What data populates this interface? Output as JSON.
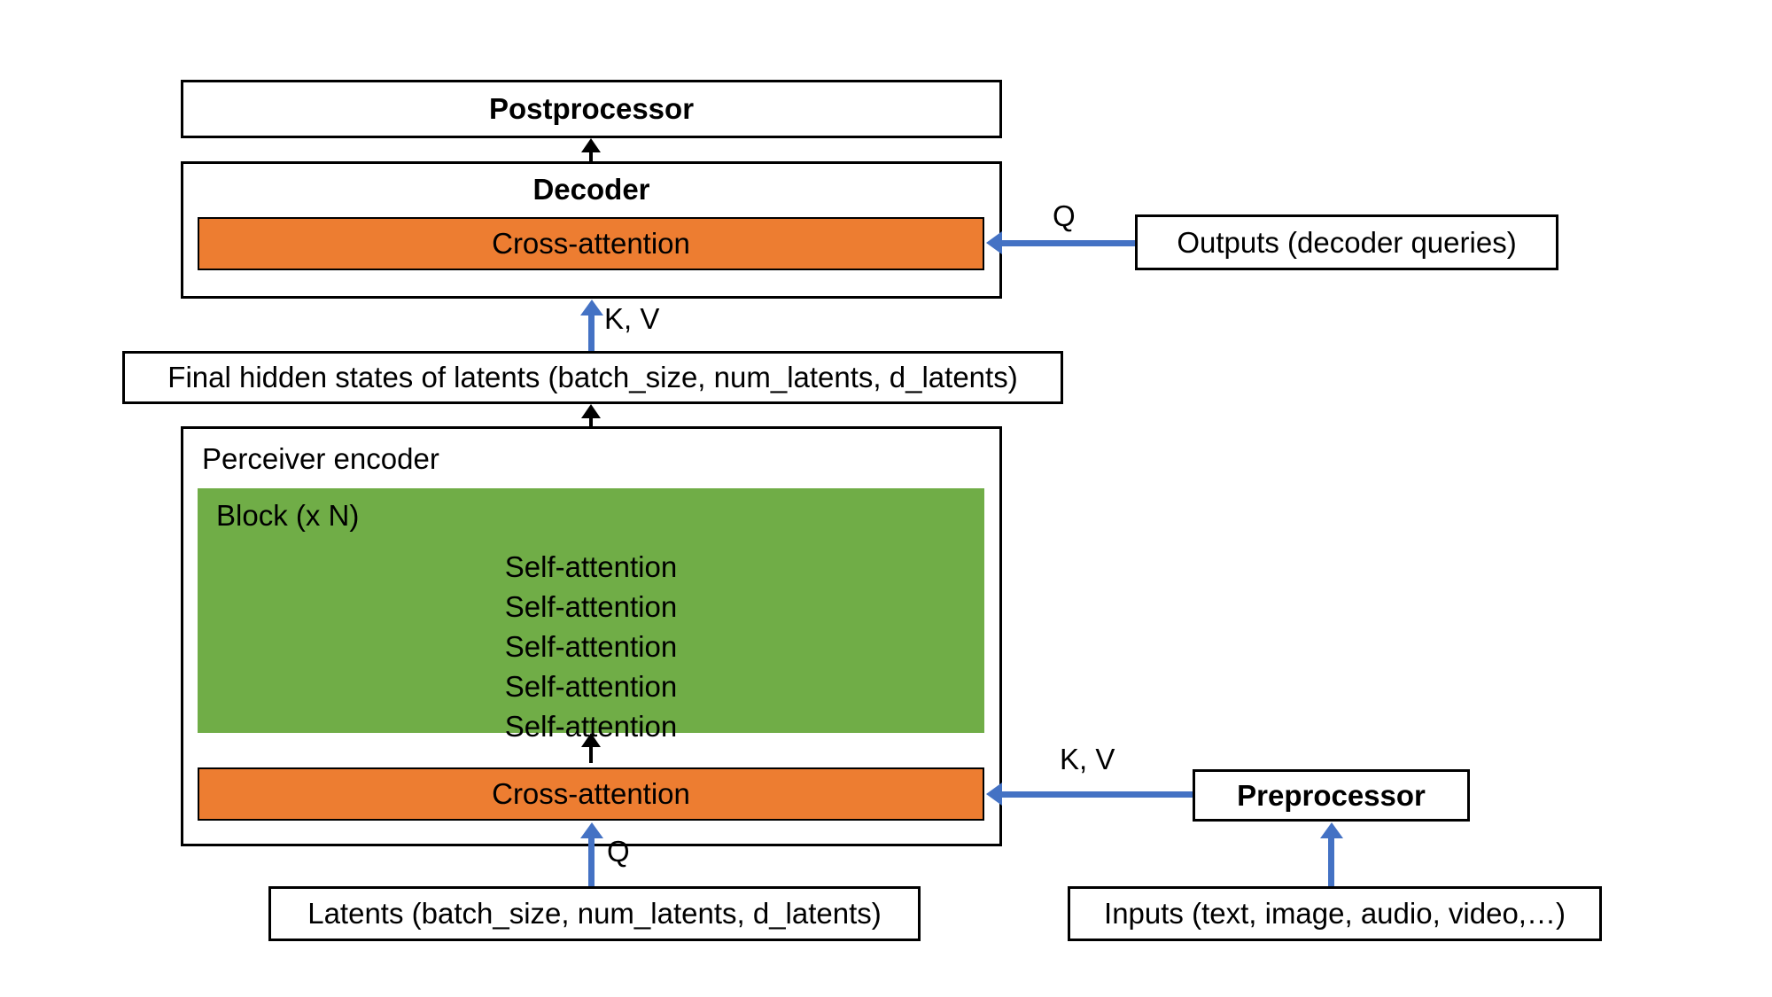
{
  "diagram": {
    "title_blocks": {
      "postprocessor": "Postprocessor",
      "decoder": "Decoder",
      "perceiver_encoder": "Perceiver encoder",
      "block": "Block (x N)",
      "preprocessor": "Preprocessor"
    },
    "attention_bars": {
      "decoder_cross_attention": "Cross-attention",
      "encoder_cross_attention": "Cross-attention"
    },
    "self_attention_layers": [
      "Self-attention",
      "Self-attention",
      "Self-attention",
      "Self-attention",
      "Self-attention"
    ],
    "data_boxes": {
      "final_hidden_states": "Final hidden states of latents (batch_size, num_latents, d_latents)",
      "outputs": "Outputs (decoder queries)",
      "latents": "Latents (batch_size, num_latents, d_latents)",
      "inputs": "Inputs (text, image, audio, video,…)"
    },
    "arrow_labels": {
      "decoder_q": "Q",
      "decoder_kv": "K, V",
      "encoder_kv": "K, V",
      "encoder_q": "Q"
    },
    "colors": {
      "cross_attention_fill": "#ED7D31",
      "block_fill": "#70AD47",
      "arrow_blue": "#4472C4",
      "arrow_black": "#000000",
      "box_border": "#000000",
      "background": "#FFFFFF"
    }
  }
}
